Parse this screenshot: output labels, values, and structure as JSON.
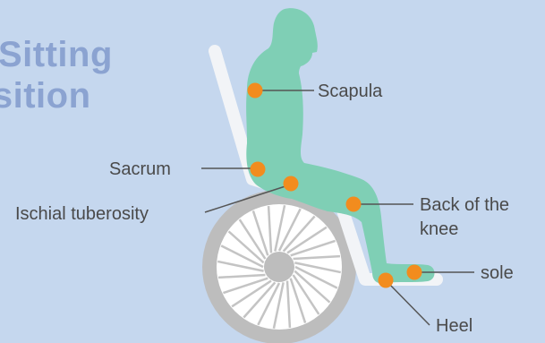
{
  "title": {
    "line1": "Sitting",
    "line2": "position"
  },
  "labels": {
    "scapula": "Scapula",
    "sacrum": "Sacrum",
    "ischial": "Ischial tuberosity",
    "knee_line1": "Back of the",
    "knee_line2": "knee",
    "sole": "sole",
    "heel": "Heel"
  },
  "colors": {
    "background": "#c5d7ee",
    "body": "#7fcfb5",
    "marker": "#f28c1e",
    "chair": "#f2f4f7",
    "wheel": "#bdbdbd",
    "title": "#8ba3d1"
  }
}
